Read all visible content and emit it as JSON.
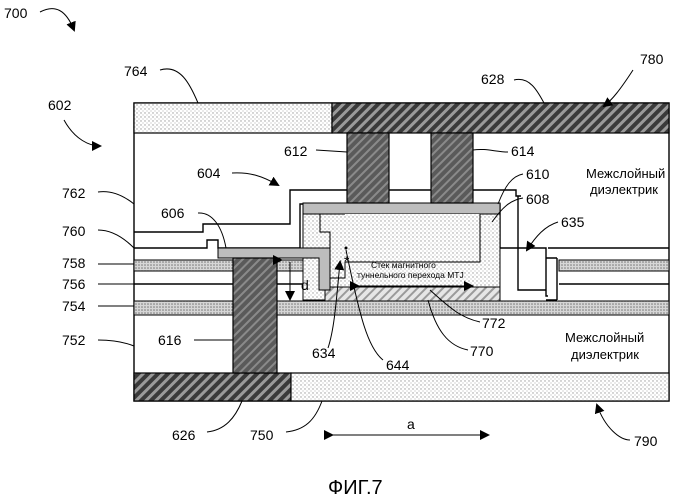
{
  "figure": {
    "caption": "ФИГ.7",
    "labels": {
      "l700": "700",
      "l602": "602",
      "l764": "764",
      "l628": "628",
      "l780": "780",
      "l612": "612",
      "l614": "614",
      "l604": "604",
      "l610": "610",
      "l608": "608",
      "l762": "762",
      "l760": "760",
      "l606": "606",
      "l635": "635",
      "l758": "758",
      "l756": "756",
      "l754": "754",
      "l752": "752",
      "l616": "616",
      "l634": "634",
      "l644": "644",
      "l770": "770",
      "l772": "772",
      "l626": "626",
      "l750": "750",
      "l790": "790",
      "d": "d",
      "a": "a"
    },
    "ild_top": [
      "Межслойный",
      "диэлектрик"
    ],
    "ild_bottom": [
      "Межслойный",
      "диэлектрик"
    ],
    "mtj": [
      "Стек магнитного",
      "туннельного перехода MTJ"
    ],
    "star": "*"
  }
}
